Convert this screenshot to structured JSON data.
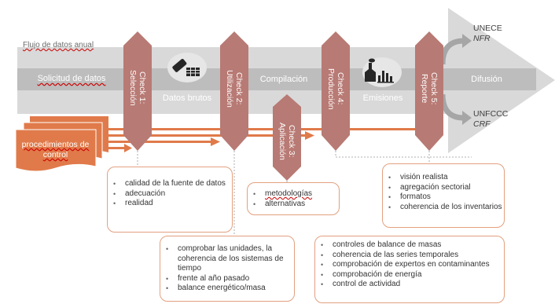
{
  "flow_title": "Flujo de datos anual",
  "stages": {
    "solicitud": "Solicitud de datos",
    "datos_brutos": "Datos brutos",
    "compilacion": "Compilación",
    "emisiones": "Emisiones",
    "difusion": "Difusión"
  },
  "checks": {
    "c1": "Check 1:\nSelección",
    "c2": "Check 2:\nUtilización",
    "c3": "Check 3:\nAplicación",
    "c4": "Check 4:\nProducción",
    "c5": "Check 5:\nReporte"
  },
  "destinations": {
    "top_org": "UNECE",
    "top_format": "NFR",
    "bottom_org": "UNFCCC",
    "bottom_format": "CRF"
  },
  "procedures": "procedimientos de control",
  "boxes": {
    "box1": [
      "calidad de la fuente de datos",
      "adecuación",
      "realidad"
    ],
    "box2": [
      "comprobar las unidades, la coherencia de los sistemas de tiempo",
      "frente al año pasado",
      "balance energético/masa"
    ],
    "box3": [
      "metodologías",
      "alternativas"
    ],
    "box4": [
      "controles de balance de masas",
      "coherencia de las series temporales",
      "comprobación de expertos en contaminantes",
      "comprobación de energía",
      "control de actividad"
    ],
    "box5": [
      "visión realista",
      "agregación sectorial",
      "formatos",
      "coherencia de los inventarios"
    ]
  },
  "colors": {
    "check_fill": "#b87a74",
    "orange": "#e07a4a",
    "bar_gray": "#bdbdbd",
    "arrow_gray": "#d9d9d9"
  }
}
